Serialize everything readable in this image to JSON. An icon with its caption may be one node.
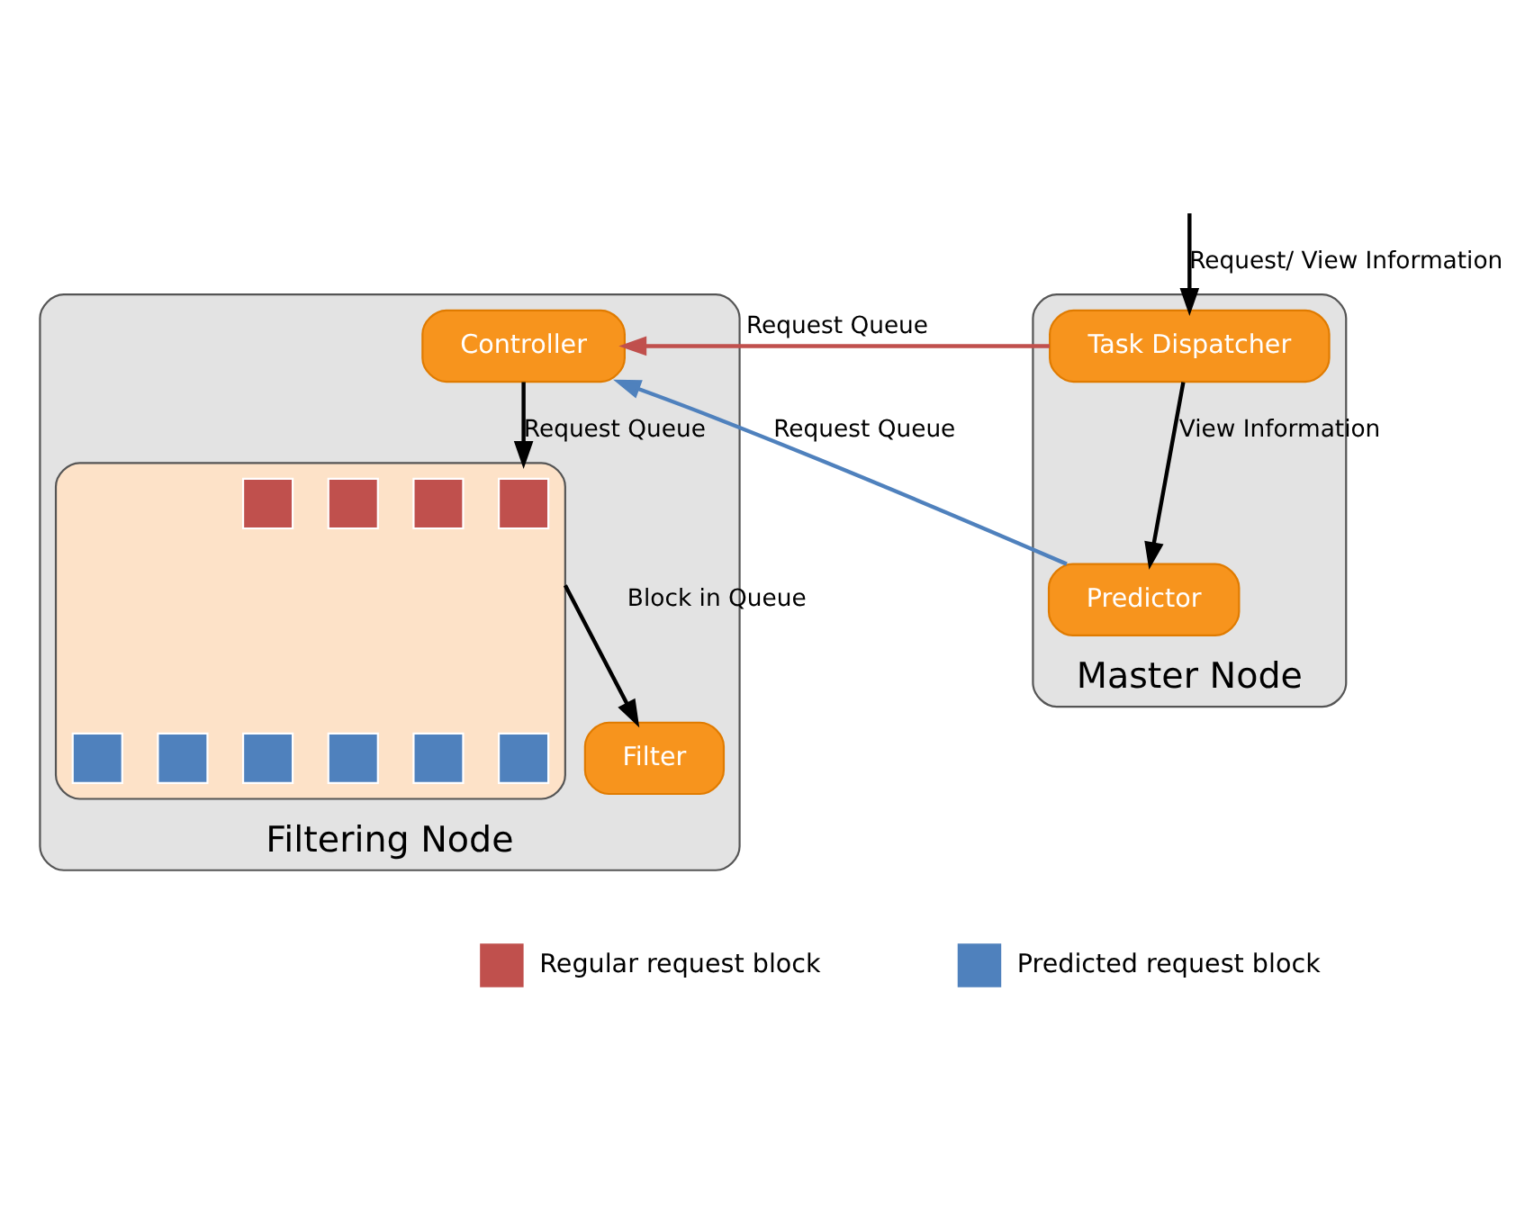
{
  "diagram": {
    "nodes": [
      {
        "text": [
          "Master Node"
        ]
      },
      {
        "text": [
          "Task Dispatcher"
        ],
        "in": 0
      },
      {
        "text": [
          "Predictor"
        ],
        "in": 0
      },
      {
        "text": [
          "Filtering Node"
        ]
      },
      {
        "text": [
          "Controller"
        ],
        "in": 3
      },
      {
        "text": [],
        "shape": "box",
        "in": 3
      },
      {
        "text": [],
        "shape": "box",
        "in": 5
      },
      {
        "text": [],
        "shape": "box",
        "in": 5
      },
      {
        "text": [],
        "shape": "box",
        "in": 5
      },
      {
        "text": [],
        "shape": "box",
        "in": 5
      },
      {
        "text": [],
        "shape": "box",
        "in": 5
      },
      {
        "text": [],
        "shape": "box",
        "in": 5
      },
      {
        "text": [],
        "shape": "box",
        "in": 5
      },
      {
        "text": [],
        "shape": "box",
        "in": 5
      },
      {
        "text": [],
        "shape": "box",
        "in": 5
      },
      {
        "text": [],
        "shape": "box",
        "in": 5
      },
      {
        "text": [
          "Filter"
        ],
        "in": 3
      }
    ],
    "edges": [
      {
        "from": null,
        "to": 1,
        "arrow": "to",
        "label": "Request/ View Information"
      },
      {
        "from": 1,
        "to": 2,
        "arrow": "to",
        "label": "View Information"
      },
      {
        "from": 1,
        "to": 4,
        "arrow": "to",
        "label": "Request Queue",
        "color": "#c0504d"
      },
      {
        "from": 2,
        "to": 4,
        "arrow": "to",
        "label": "Request Queue",
        "color": "#4f81bd"
      },
      {
        "from": 4,
        "to": 5,
        "arrow": "to",
        "label": "Request Queue"
      },
      {
        "from": 5,
        "to": 16,
        "arrow": "to",
        "label": "Block in Queue"
      }
    ],
    "legend": [
      {
        "text": "Regular request block",
        "color": "#c0504d"
      },
      {
        "text": "Predicted request block",
        "color": "#4f81bd"
      }
    ]
  }
}
